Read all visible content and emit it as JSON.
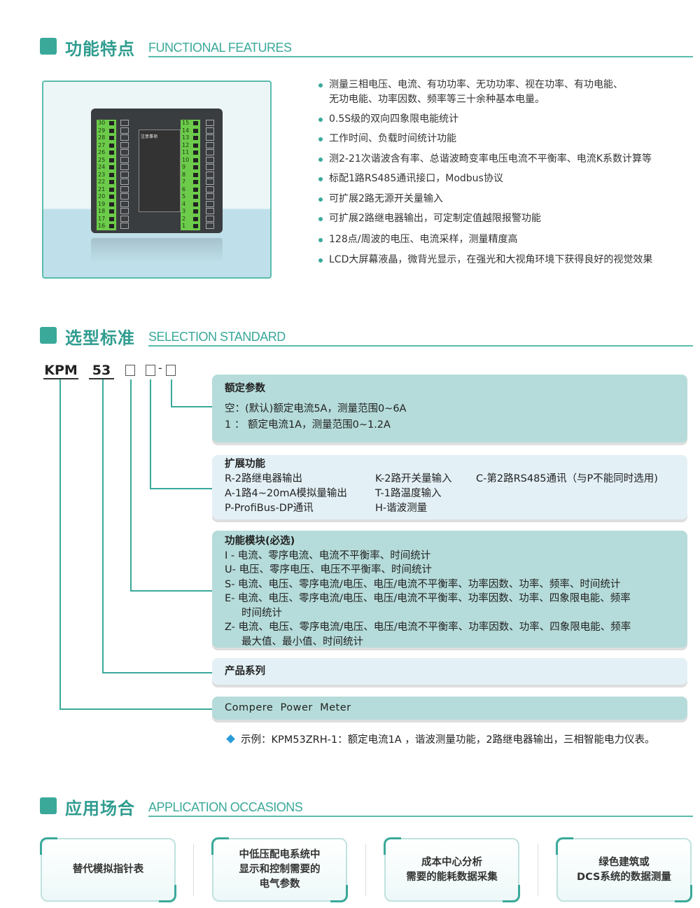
{
  "sections": {
    "features": {
      "title": "功能特点",
      "en": "FUNCTIONAL FEATURES"
    },
    "selection": {
      "title": "选型标准",
      "en": "SELECTION STANDARD"
    },
    "application": {
      "title": "应用场合",
      "en": "APPLICATION OCCASIONS"
    }
  },
  "device": {
    "left_terminals": [
      "30",
      "29",
      "28",
      "27",
      "26",
      "25",
      "24",
      "23",
      "22",
      "21",
      "20",
      "19",
      "18",
      "17",
      "16"
    ],
    "right_terminals": [
      "15",
      "14",
      "13",
      "12",
      "11",
      "10",
      "9",
      "8",
      "7",
      "6",
      "5",
      "4",
      "3",
      "2",
      "1"
    ],
    "warning_title": "注意事项"
  },
  "features": [
    [
      "测量三相电压、电流、有功功率、无功功率、视在功率、有功电能、",
      "无功电能、功率因数、频率等三十余种基本电量。"
    ],
    [
      "0.5S级的双向四象限电能统计"
    ],
    [
      "工作时间、负载时间统计功能"
    ],
    [
      "测2-21次谐波含有率、总谐波畸变率电压电流不平衡率、电流K系数计算等"
    ],
    [
      "标配1路RS485通讯接口，Modbus协议"
    ],
    [
      "可扩展2路无源开关量输入"
    ],
    [
      "可扩展2路继电器输出，可定制定值越限报警功能"
    ],
    [
      "128点/周波的电压、电流采样，测量精度高"
    ],
    [
      "LCD大屏幕液晶，微背光显示，在强光和大视角环境下获得良好的视觉效果"
    ]
  ],
  "model": {
    "kpm": "KPM",
    "num": "53",
    "dash": "-"
  },
  "rated": {
    "title": "额定参数",
    "lines": [
      "空：(默认)额定电流5A，测量范围0~6A",
      "1 ： 额定电流1A，测量范围0~1.2A"
    ]
  },
  "extend": {
    "title": "扩展功能",
    "rows": [
      [
        "R-2路继电器输出",
        "K-2路开关量输入",
        "C-第2路RS485通讯（与P不能同时选用)"
      ],
      [
        "A-1路4~20mA模拟量输出",
        "T-1路温度输入",
        ""
      ],
      [
        "P-ProfiBus-DP通讯",
        "H-谐波测量",
        ""
      ]
    ]
  },
  "module": {
    "title": "功能模块(必选)",
    "lines": [
      "I - 电流、零序电流、电流不平衡率、时间统计",
      "U- 电压、零序电压、电压不平衡率、时间统计",
      "S- 电流、电压、零序电流/电压、电压/电流不平衡率、功率因数、功率、频率、时间统计",
      "E- 电流、电压、零序电流/电压、电压/电流不平衡率、功率因数、功率、四象限电能、频率",
      "时间统计",
      "Z- 电流、电压、零序电流/电压、电压/电流不平衡率、功率因数、功率、四象限电能、频率",
      "最大值、最小值、时间统计"
    ]
  },
  "series": {
    "title": "产品系列"
  },
  "brand": {
    "text": "Compere  Power  Meter"
  },
  "example": "示例：KPM53ZRH-1：额定电流1A ，谐波测量功能，2路继电器输出，三相智能电力仪表。",
  "applications": [
    [
      "替代模拟指针表"
    ],
    [
      "中低压配电系统中",
      "显示和控制需要的",
      "电气参数"
    ],
    [
      "成本中心分析",
      "需要的能耗数据采集"
    ],
    [
      "绿色建筑或",
      "DCS系统的数据测量"
    ]
  ]
}
